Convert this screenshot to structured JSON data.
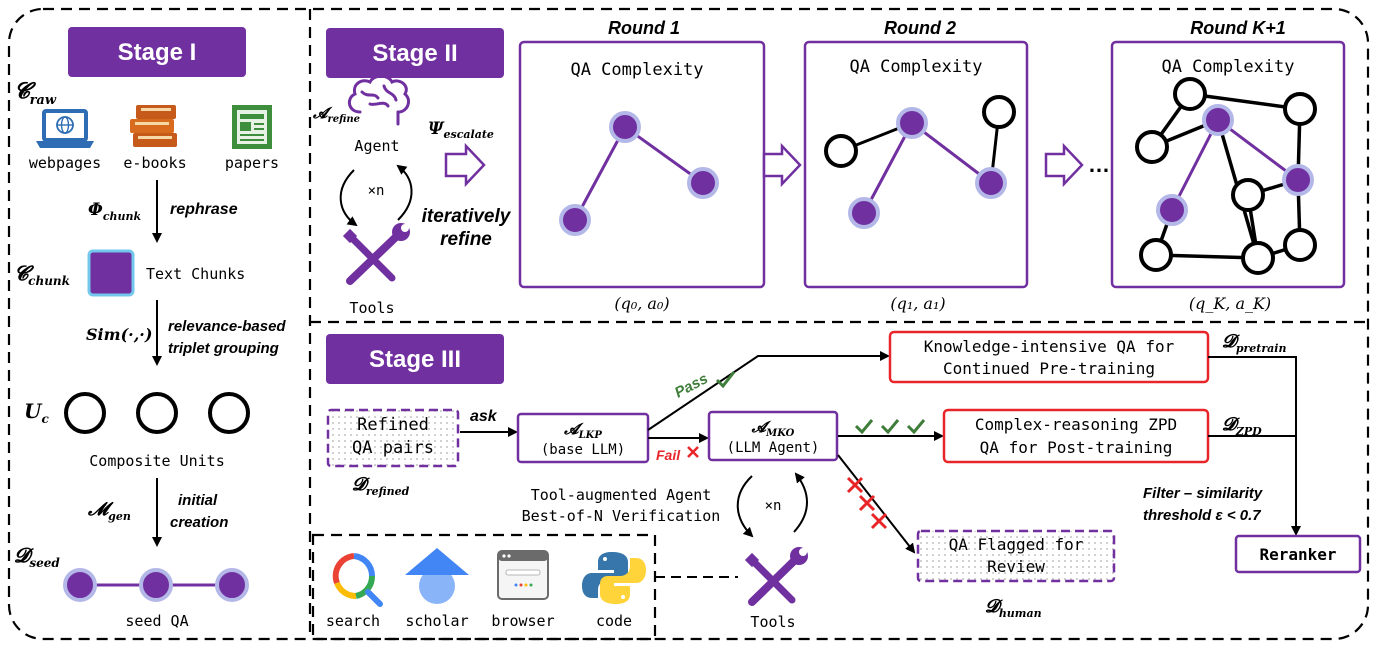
{
  "stages": {
    "s1": "Stage I",
    "s2": "Stage II",
    "s3": "Stage III"
  },
  "stage1": {
    "c_raw": "𝓒",
    "c_raw_sub": "raw",
    "sources": [
      "webpages",
      "e-books",
      "papers"
    ],
    "phi": "Φ",
    "phi_sub": "chunk",
    "rephrase": "rephrase",
    "c_chunk": "𝓒",
    "c_chunk_sub": "chunk",
    "text_chunks": "Text Chunks",
    "sim": "Sim(·,·)",
    "relevance_1": "relevance-based",
    "relevance_2": "triplet grouping",
    "u": "U",
    "u_sub": "c",
    "composite": "Composite Units",
    "m": "𝓜",
    "m_sub": "gen",
    "initial_1": "initial",
    "initial_2": "creation",
    "d_seed": "𝓓",
    "d_seed_sub": "seed",
    "seed_qa": "seed QA"
  },
  "stage2": {
    "a_refine": "𝓐",
    "a_refine_sub": "refine",
    "agent": "Agent",
    "times_n": "×n",
    "tools": "Tools",
    "psi": "Ψ",
    "psi_sub": "escalate",
    "iter_1": "iteratively",
    "iter_2": "refine",
    "ellipsis": "…",
    "rounds": [
      {
        "title": "Round 1",
        "box_label": "QA Complexity",
        "pair": "(q₀, a₀)"
      },
      {
        "title": "Round 2",
        "box_label": "QA Complexity",
        "pair": "(q₁, a₁)"
      },
      {
        "title": "Round K+1",
        "box_label": "QA Complexity",
        "pair": "(q_K, a_K)"
      }
    ]
  },
  "stage3": {
    "refined_1": "Refined",
    "refined_2": "QA pairs",
    "d_refined": "𝓓",
    "d_refined_sub": "refined",
    "ask": "ask",
    "lkp": "𝓐",
    "lkp_sub": "LKP",
    "lkp_label": "(base LLM)",
    "pass": "Pass",
    "fail": "Fail",
    "mko": "𝓐",
    "mko_sub": "MKO",
    "mko_label": "(LLM Agent)",
    "knowledge_1": "Knowledge-intensive QA for",
    "knowledge_2": "Continued Pre-training",
    "d_pretrain": "𝓓",
    "d_pretrain_sub": "pretrain",
    "complex_1": "Complex-reasoning ZPD",
    "complex_2": "QA for Post-training",
    "d_zpd": "𝓓",
    "d_zpd_sub": "ZPD",
    "tool_aug_1": "Tool-augmented Agent",
    "tool_aug_2": "Best-of-N Verification",
    "times_n": "×n",
    "tools": "Tools",
    "flagged_1": "QA Flagged for",
    "flagged_2": "Review",
    "d_human": "𝓓",
    "d_human_sub": "human",
    "filter_1": "Filter – similarity",
    "filter_2": "threshold ε < 0.7",
    "reranker": "Reranker",
    "tool_icons": [
      "search",
      "scholar",
      "browser",
      "code"
    ]
  },
  "colors": {
    "purple": "#7030a0",
    "node_ring": "#b4b8e8",
    "red": "#e8262a",
    "green": "#3f7d3a"
  },
  "icons": [
    "globe-laptop-icon",
    "books-icon",
    "newspaper-icon",
    "brain-icon",
    "wrench-screwdriver-icon",
    "checkmark-icon",
    "cross-icon",
    "google-search-icon",
    "scholar-cap-icon",
    "browser-window-icon",
    "python-icon"
  ]
}
